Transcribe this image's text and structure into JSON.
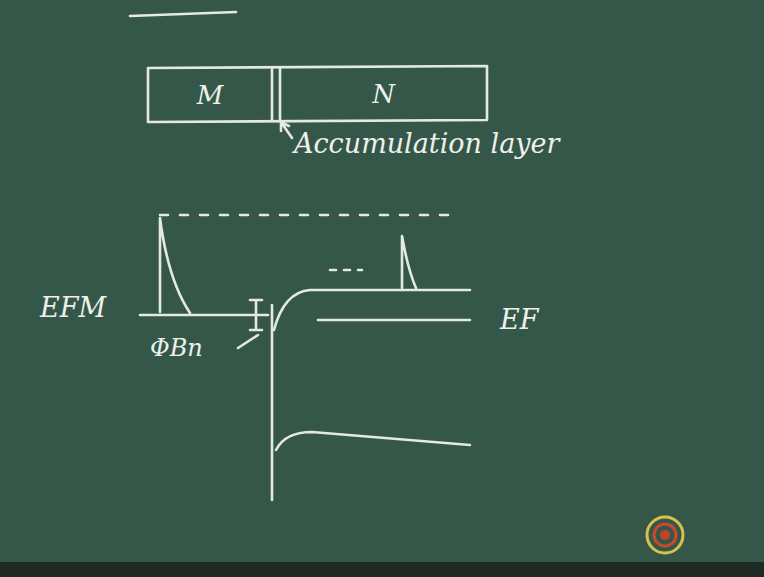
{
  "diagram": {
    "nodes": [
      {
        "text": [
          "M"
        ]
      },
      {
        "text": [
          "N"
        ]
      }
    ],
    "labels": [
      "Accumulation layer",
      "EFM",
      "ΦBn",
      "EF"
    ]
  }
}
